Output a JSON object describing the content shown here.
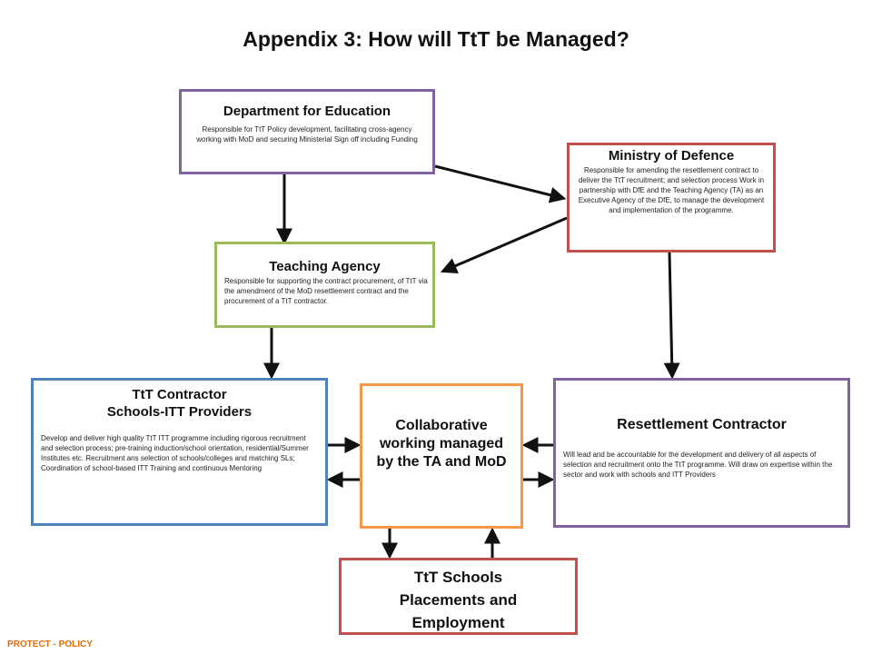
{
  "title": "Appendix 3: How will TtT be Managed?",
  "colors": {
    "purple": "#8064a2",
    "red": "#c0504d",
    "green": "#9bbb59",
    "blue": "#4f81bd",
    "orange": "#f79646",
    "footer_orange": "#e46c0a",
    "arrow": "#111111"
  },
  "boxes": {
    "dfe": {
      "heading": "Department for Education",
      "body": "Responsible for TtT Policy development, facilitating cross-agency working with MoD and securing Ministerial Sign off including Funding"
    },
    "mod": {
      "heading": "Ministry of Defence",
      "body": "Responsible for amending the resettlement contract to deliver the TtT recruitment; and selection process Work in partnership with DfE and the Teaching Agency (TA) as an Executive Agency of the DfE, to manage the development and implementation of the programme."
    },
    "ta": {
      "heading": "Teaching Agency",
      "body": "Responsible for supporting the contract procurement, of TtT via the amendment of the MoD resettlement contract and the procurement of a TtT contractor."
    },
    "ttt_contractor": {
      "heading_line1": "TtT Contractor",
      "heading_line2": "Schools-ITT Providers",
      "body": "Develop and deliver high quality TtT ITT programme including rigorous recruitment and selection process; pre-training induction/school orientation, residential/Summer Institutes etc. Recruitment ans selection of schools/colleges and matching SLs; Coordination of school-based ITT Training and continuous Mentoring"
    },
    "collab": {
      "heading": "Collaborative working managed by the TA and MoD"
    },
    "resettlement": {
      "heading": "Resettlement Contractor",
      "body": "Will lead and be accountable for the development and delivery of all aspects of selection and recruitment onto the TtT programme. Will draw on expertise within the sector and work with schools and ITT Providers"
    },
    "schools": {
      "heading_line1": "TtT Schools",
      "heading_line2": "Placements and",
      "heading_line3": "Employment"
    }
  },
  "footer": "PROTECT - POLICY"
}
